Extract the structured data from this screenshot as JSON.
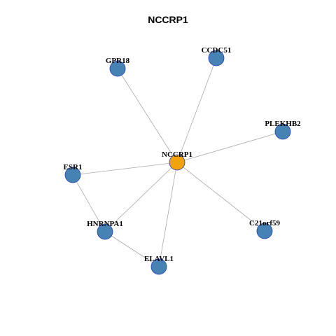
{
  "title": "NCCRP1",
  "colors": {
    "hub_fill": "#f4a20a",
    "node_fill": "#4682b4",
    "node_stroke": "#1f3fbf",
    "edge": "#a9a9a9"
  },
  "nodes": [
    {
      "id": "NCCRP1",
      "label": "NCCRP1",
      "role": "hub"
    },
    {
      "id": "GPR18",
      "label": "GPR18",
      "role": "neighbor"
    },
    {
      "id": "CCDC51",
      "label": "CCDC51",
      "role": "neighbor"
    },
    {
      "id": "PLEKHB2",
      "label": "PLEKHB2",
      "role": "neighbor"
    },
    {
      "id": "ESR1",
      "label": "ESR1",
      "role": "neighbor"
    },
    {
      "id": "HNRNPA1",
      "label": "HNRNPA1",
      "role": "neighbor"
    },
    {
      "id": "C21orf59",
      "label": "C21orf59",
      "role": "neighbor"
    },
    {
      "id": "ELAVL1",
      "label": "ELAVL1",
      "role": "neighbor"
    }
  ],
  "edges": [
    [
      "NCCRP1",
      "GPR18"
    ],
    [
      "NCCRP1",
      "CCDC51"
    ],
    [
      "NCCRP1",
      "PLEKHB2"
    ],
    [
      "NCCRP1",
      "ESR1"
    ],
    [
      "NCCRP1",
      "HNRNPA1"
    ],
    [
      "NCCRP1",
      "C21orf59"
    ],
    [
      "NCCRP1",
      "ELAVL1"
    ],
    [
      "ESR1",
      "HNRNPA1"
    ],
    [
      "HNRNPA1",
      "ELAVL1"
    ]
  ]
}
